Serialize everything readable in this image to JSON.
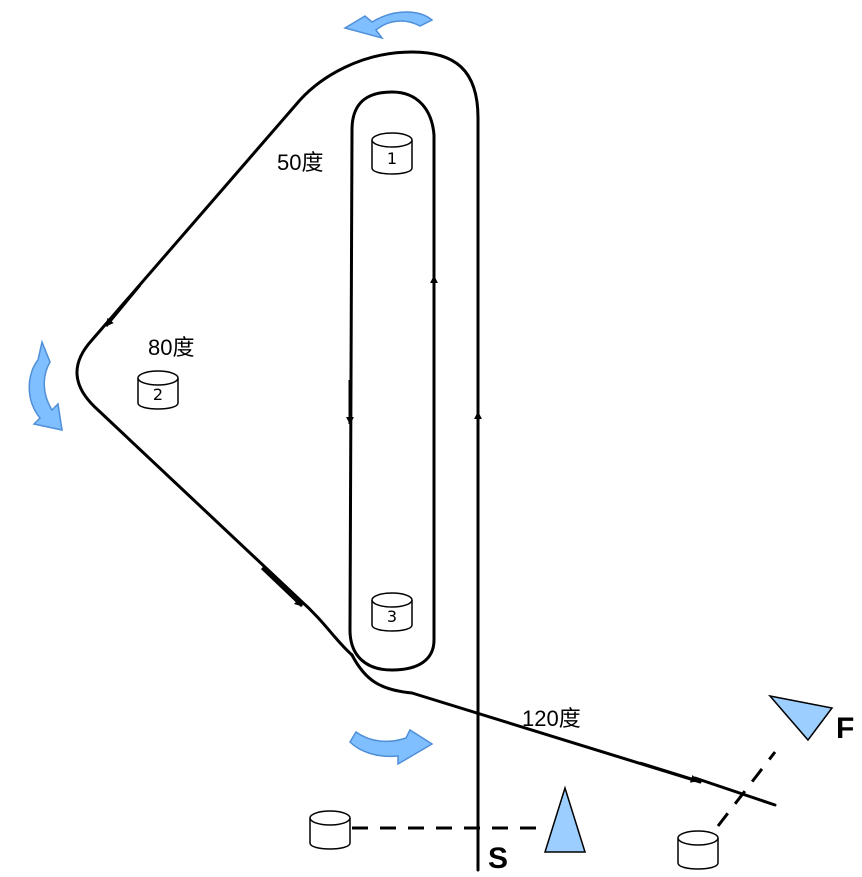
{
  "colors": {
    "path": "#000000",
    "turn_arrow": "#7fbfff",
    "turn_arrow_stroke": "#4f8fd8",
    "marker": "#9ccfff",
    "barrel_fill": "#ffffff"
  },
  "labels": {
    "angle_1": "50度",
    "angle_2": "80度",
    "angle_3": "120度",
    "start": "S",
    "finish": "F"
  },
  "barrels": [
    {
      "id": "barrel-1",
      "number": "1"
    },
    {
      "id": "barrel-2",
      "number": "2"
    },
    {
      "id": "barrel-3",
      "number": "3"
    },
    {
      "id": "barrel-start-left",
      "number": ""
    },
    {
      "id": "barrel-finish-bottom",
      "number": ""
    }
  ],
  "icons": [
    "curved-turn-arrow-icon",
    "triangle-marker-icon",
    "barrel-icon",
    "direction-arrowhead-icon"
  ]
}
